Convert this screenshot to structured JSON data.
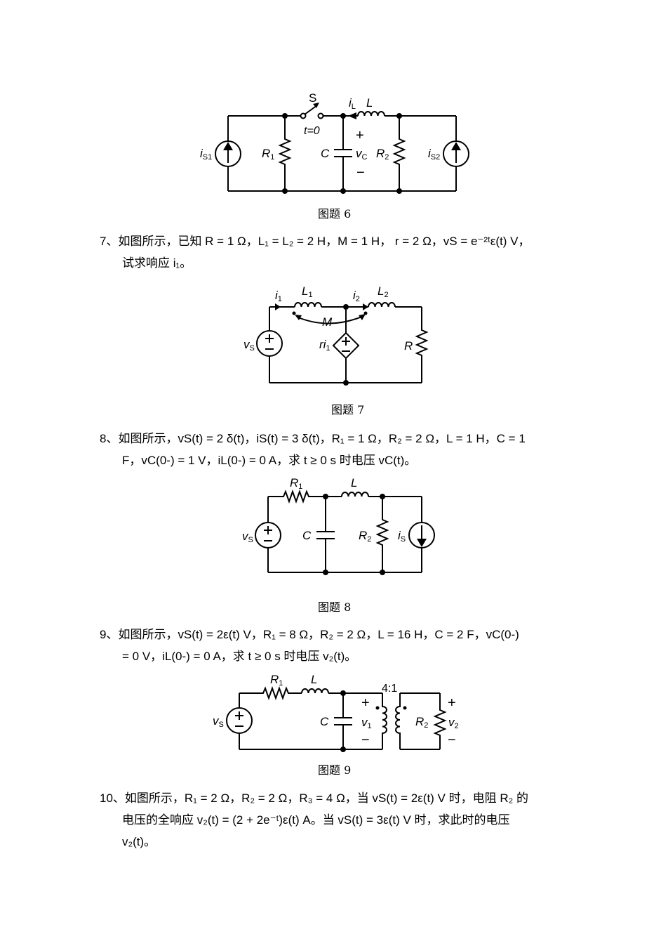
{
  "figure6": {
    "caption": "图题 6",
    "labels": {
      "switch": "S",
      "switch_time": "t=0",
      "inductor_current": "i",
      "inductor_current_sub": "L",
      "inductor": "L",
      "plus": "+",
      "minus": "−",
      "capacitor": "C",
      "cap_voltage": "v",
      "cap_voltage_sub": "C",
      "r1": "R",
      "r1_sub": "1",
      "r2": "R",
      "r2_sub": "2",
      "is1": "i",
      "is1_sub": "S1",
      "is2": "i",
      "is2_sub": "S2"
    }
  },
  "problem7": {
    "line1": "7、如图所示，已知 R = 1 Ω，L₁ = L₂ = 2 H，M = 1 H，  r = 2 Ω，vS = e⁻²ᵗε(t) V，",
    "line2": "试求响应 i₁。"
  },
  "figure7": {
    "caption": "图题 7",
    "labels": {
      "i1": "i",
      "i1_sub": "1",
      "l1": "L",
      "l1_sub": "1",
      "i2": "i",
      "i2_sub": "2",
      "l2": "L",
      "l2_sub": "2",
      "m": "M",
      "vs": "v",
      "vs_sub": "S",
      "dep": "ri",
      "dep_sub": "1",
      "r": "R"
    }
  },
  "problem8": {
    "line1": "8、如图所示，vS(t) = 2 δ(t)，iS(t) = 3 δ(t)，R₁ = 1 Ω，R₂ = 2 Ω，L = 1 H，C = 1",
    "line2": "F，vC(0-) = 1 V，iL(0-) = 0 A，求 t ≥ 0 s 时电压 vC(t)。"
  },
  "figure8": {
    "caption": "图题 8",
    "labels": {
      "r1": "R",
      "r1_sub": "1",
      "l": "L",
      "vs": "v",
      "vs_sub": "S",
      "c": "C",
      "r2": "R",
      "r2_sub": "2",
      "is": "i",
      "is_sub": "S"
    }
  },
  "problem9": {
    "line1": "9、如图所示，vS(t) = 2ε(t) V，R₁ = 8 Ω，R₂ = 2 Ω，L = 16 H，C = 2 F，vC(0-)",
    "line2": "= 0 V，iL(0-) = 0 A，求 t ≥ 0 s 时电压 v₂(t)。"
  },
  "figure9": {
    "caption": "图题 9",
    "labels": {
      "r1": "R",
      "r1_sub": "1",
      "l": "L",
      "ratio": "4:1",
      "vs": "v",
      "vs_sub": "S",
      "c": "C",
      "v1": "v",
      "v1_sub": "1",
      "r2": "R",
      "r2_sub": "2",
      "v2": "v",
      "v2_sub": "2",
      "plus": "+",
      "minus": "−"
    }
  },
  "problem10": {
    "line1": "10、如图所示，R₁ = 2 Ω，R₂ = 2 Ω，R₃ = 4 Ω，当 vS(t) = 2ε(t) V 时，电阻 R₂ 的",
    "line2": "电压的全响应 v₂(t) = (2 + 2e⁻ᵗ)ε(t) A。当 vS(t) = 3ε(t) V 时，求此时的电压",
    "line3": "v₂(t)。"
  }
}
